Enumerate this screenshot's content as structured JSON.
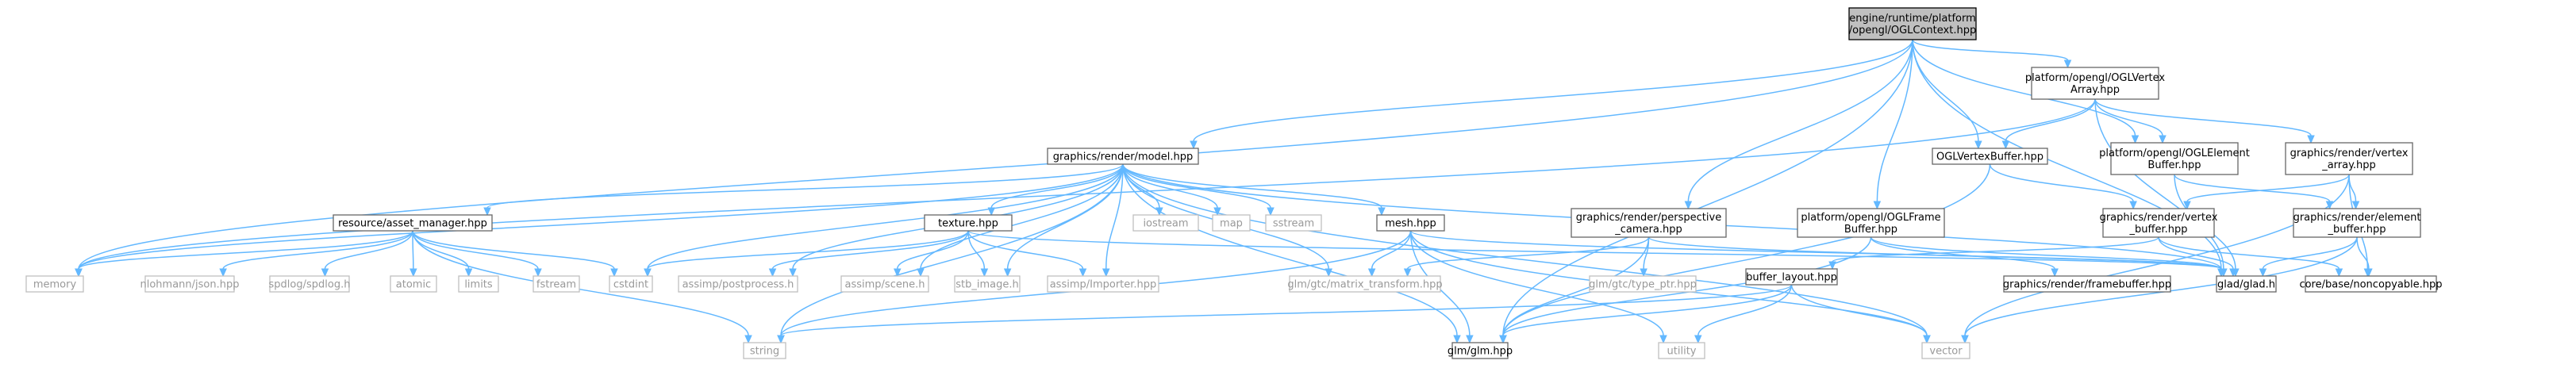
{
  "nodes": [
    {
      "id": "root",
      "lines": [
        "engine/runtime/platform",
        "/opengl/OGLContext.hpp"
      ],
      "kind": "root"
    },
    {
      "id": "vertexarray",
      "lines": [
        "platform/opengl/OGLVertex",
        "Array.hpp"
      ],
      "kind": "internal"
    },
    {
      "id": "model",
      "lines": [
        "graphics/render/model.hpp"
      ],
      "kind": "internal"
    },
    {
      "id": "oglvb",
      "lines": [
        "OGLVertexBuffer.hpp"
      ],
      "kind": "internal"
    },
    {
      "id": "oglelem",
      "lines": [
        "platform/opengl/OGLElement",
        "Buffer.hpp"
      ],
      "kind": "internal"
    },
    {
      "id": "va",
      "lines": [
        "graphics/render/vertex",
        "_array.hpp"
      ],
      "kind": "internal"
    },
    {
      "id": "asset",
      "lines": [
        "resource/asset_manager.hpp"
      ],
      "kind": "internal"
    },
    {
      "id": "texture",
      "lines": [
        "texture.hpp"
      ],
      "kind": "internal"
    },
    {
      "id": "iostream",
      "lines": [
        "iostream"
      ],
      "kind": "external"
    },
    {
      "id": "map",
      "lines": [
        "map"
      ],
      "kind": "external"
    },
    {
      "id": "sstream",
      "lines": [
        "sstream"
      ],
      "kind": "external"
    },
    {
      "id": "mesh",
      "lines": [
        "mesh.hpp"
      ],
      "kind": "internal"
    },
    {
      "id": "camera",
      "lines": [
        "graphics/render/perspective",
        "_camera.hpp"
      ],
      "kind": "internal"
    },
    {
      "id": "fb",
      "lines": [
        "platform/opengl/OGLFrame",
        "Buffer.hpp"
      ],
      "kind": "internal"
    },
    {
      "id": "vb",
      "lines": [
        "graphics/render/vertex",
        "_buffer.hpp"
      ],
      "kind": "internal"
    },
    {
      "id": "eb",
      "lines": [
        "graphics/render/element",
        "_buffer.hpp"
      ],
      "kind": "internal"
    },
    {
      "id": "memory",
      "lines": [
        "memory"
      ],
      "kind": "external"
    },
    {
      "id": "json",
      "lines": [
        "nlohmann/json.hpp"
      ],
      "kind": "external"
    },
    {
      "id": "spdlog",
      "lines": [
        "spdlog/spdlog.h"
      ],
      "kind": "external"
    },
    {
      "id": "atomic",
      "lines": [
        "atomic"
      ],
      "kind": "external"
    },
    {
      "id": "limits",
      "lines": [
        "limits"
      ],
      "kind": "external"
    },
    {
      "id": "fstream",
      "lines": [
        "fstream"
      ],
      "kind": "external"
    },
    {
      "id": "cstdint",
      "lines": [
        "cstdint"
      ],
      "kind": "external"
    },
    {
      "id": "postprocess",
      "lines": [
        "assimp/postprocess.h"
      ],
      "kind": "external"
    },
    {
      "id": "scene",
      "lines": [
        "assimp/scene.h"
      ],
      "kind": "external"
    },
    {
      "id": "stb",
      "lines": [
        "stb_image.h"
      ],
      "kind": "external"
    },
    {
      "id": "importer",
      "lines": [
        "assimp/Importer.hpp"
      ],
      "kind": "external"
    },
    {
      "id": "matrix",
      "lines": [
        "glm/gtc/matrix_transform.hpp"
      ],
      "kind": "external"
    },
    {
      "id": "typeptr",
      "lines": [
        "glm/gtc/type_ptr.hpp"
      ],
      "kind": "external"
    },
    {
      "id": "bufferlayout",
      "lines": [
        "buffer_layout.hpp"
      ],
      "kind": "internal"
    },
    {
      "id": "framebuffer",
      "lines": [
        "graphics/render/framebuffer.hpp"
      ],
      "kind": "internal"
    },
    {
      "id": "glad",
      "lines": [
        "glad/glad.h"
      ],
      "kind": "internal"
    },
    {
      "id": "noncopy",
      "lines": [
        "core/base/noncopyable.hpp"
      ],
      "kind": "internal"
    },
    {
      "id": "string",
      "lines": [
        "string"
      ],
      "kind": "external"
    },
    {
      "id": "glm",
      "lines": [
        "glm/glm.hpp"
      ],
      "kind": "internal"
    },
    {
      "id": "utility",
      "lines": [
        "utility"
      ],
      "kind": "external"
    },
    {
      "id": "vector",
      "lines": [
        "vector"
      ],
      "kind": "external"
    }
  ],
  "edges": [
    [
      "root",
      "vertexarray"
    ],
    [
      "root",
      "model"
    ],
    [
      "root",
      "oglvb"
    ],
    [
      "root",
      "oglelem"
    ],
    [
      "root",
      "camera"
    ],
    [
      "root",
      "fb"
    ],
    [
      "root",
      "glad"
    ],
    [
      "root",
      "memory"
    ],
    [
      "root",
      "glm"
    ],
    [
      "vertexarray",
      "oglvb"
    ],
    [
      "vertexarray",
      "oglelem"
    ],
    [
      "vertexarray",
      "va"
    ],
    [
      "vertexarray",
      "glad"
    ],
    [
      "vertexarray",
      "memory"
    ],
    [
      "model",
      "asset"
    ],
    [
      "model",
      "texture"
    ],
    [
      "model",
      "iostream"
    ],
    [
      "model",
      "map"
    ],
    [
      "model",
      "sstream"
    ],
    [
      "model",
      "mesh"
    ],
    [
      "model",
      "memory"
    ],
    [
      "model",
      "string"
    ],
    [
      "model",
      "cstdint"
    ],
    [
      "model",
      "postprocess"
    ],
    [
      "model",
      "scene"
    ],
    [
      "model",
      "stb"
    ],
    [
      "model",
      "importer"
    ],
    [
      "model",
      "matrix"
    ],
    [
      "model",
      "glm"
    ],
    [
      "model",
      "glad"
    ],
    [
      "model",
      "vector"
    ],
    [
      "oglvb",
      "vb"
    ],
    [
      "oglvb",
      "glm"
    ],
    [
      "oglelem",
      "eb"
    ],
    [
      "oglelem",
      "glad"
    ],
    [
      "va",
      "vb"
    ],
    [
      "va",
      "eb"
    ],
    [
      "va",
      "noncopy"
    ],
    [
      "va",
      "vector"
    ],
    [
      "asset",
      "memory"
    ],
    [
      "asset",
      "json"
    ],
    [
      "asset",
      "spdlog"
    ],
    [
      "asset",
      "atomic"
    ],
    [
      "asset",
      "limits"
    ],
    [
      "asset",
      "fstream"
    ],
    [
      "asset",
      "cstdint"
    ],
    [
      "asset",
      "string"
    ],
    [
      "texture",
      "cstdint"
    ],
    [
      "texture",
      "postprocess"
    ],
    [
      "texture",
      "scene"
    ],
    [
      "texture",
      "stb"
    ],
    [
      "texture",
      "importer"
    ],
    [
      "texture",
      "glad"
    ],
    [
      "mesh",
      "matrix"
    ],
    [
      "mesh",
      "glm"
    ],
    [
      "mesh",
      "string"
    ],
    [
      "mesh",
      "vector"
    ],
    [
      "mesh",
      "utility"
    ],
    [
      "mesh",
      "glad"
    ],
    [
      "camera",
      "typeptr"
    ],
    [
      "camera",
      "matrix"
    ],
    [
      "camera",
      "glm"
    ],
    [
      "camera",
      "glad"
    ],
    [
      "fb",
      "framebuffer"
    ],
    [
      "fb",
      "glm"
    ],
    [
      "fb",
      "glad"
    ],
    [
      "vb",
      "bufferlayout"
    ],
    [
      "vb",
      "glad"
    ],
    [
      "vb",
      "noncopy"
    ],
    [
      "eb",
      "glad"
    ],
    [
      "eb",
      "noncopy"
    ],
    [
      "eb",
      "vector"
    ],
    [
      "bufferlayout",
      "glm"
    ],
    [
      "bufferlayout",
      "string"
    ],
    [
      "bufferlayout",
      "utility"
    ],
    [
      "bufferlayout",
      "vector"
    ]
  ]
}
